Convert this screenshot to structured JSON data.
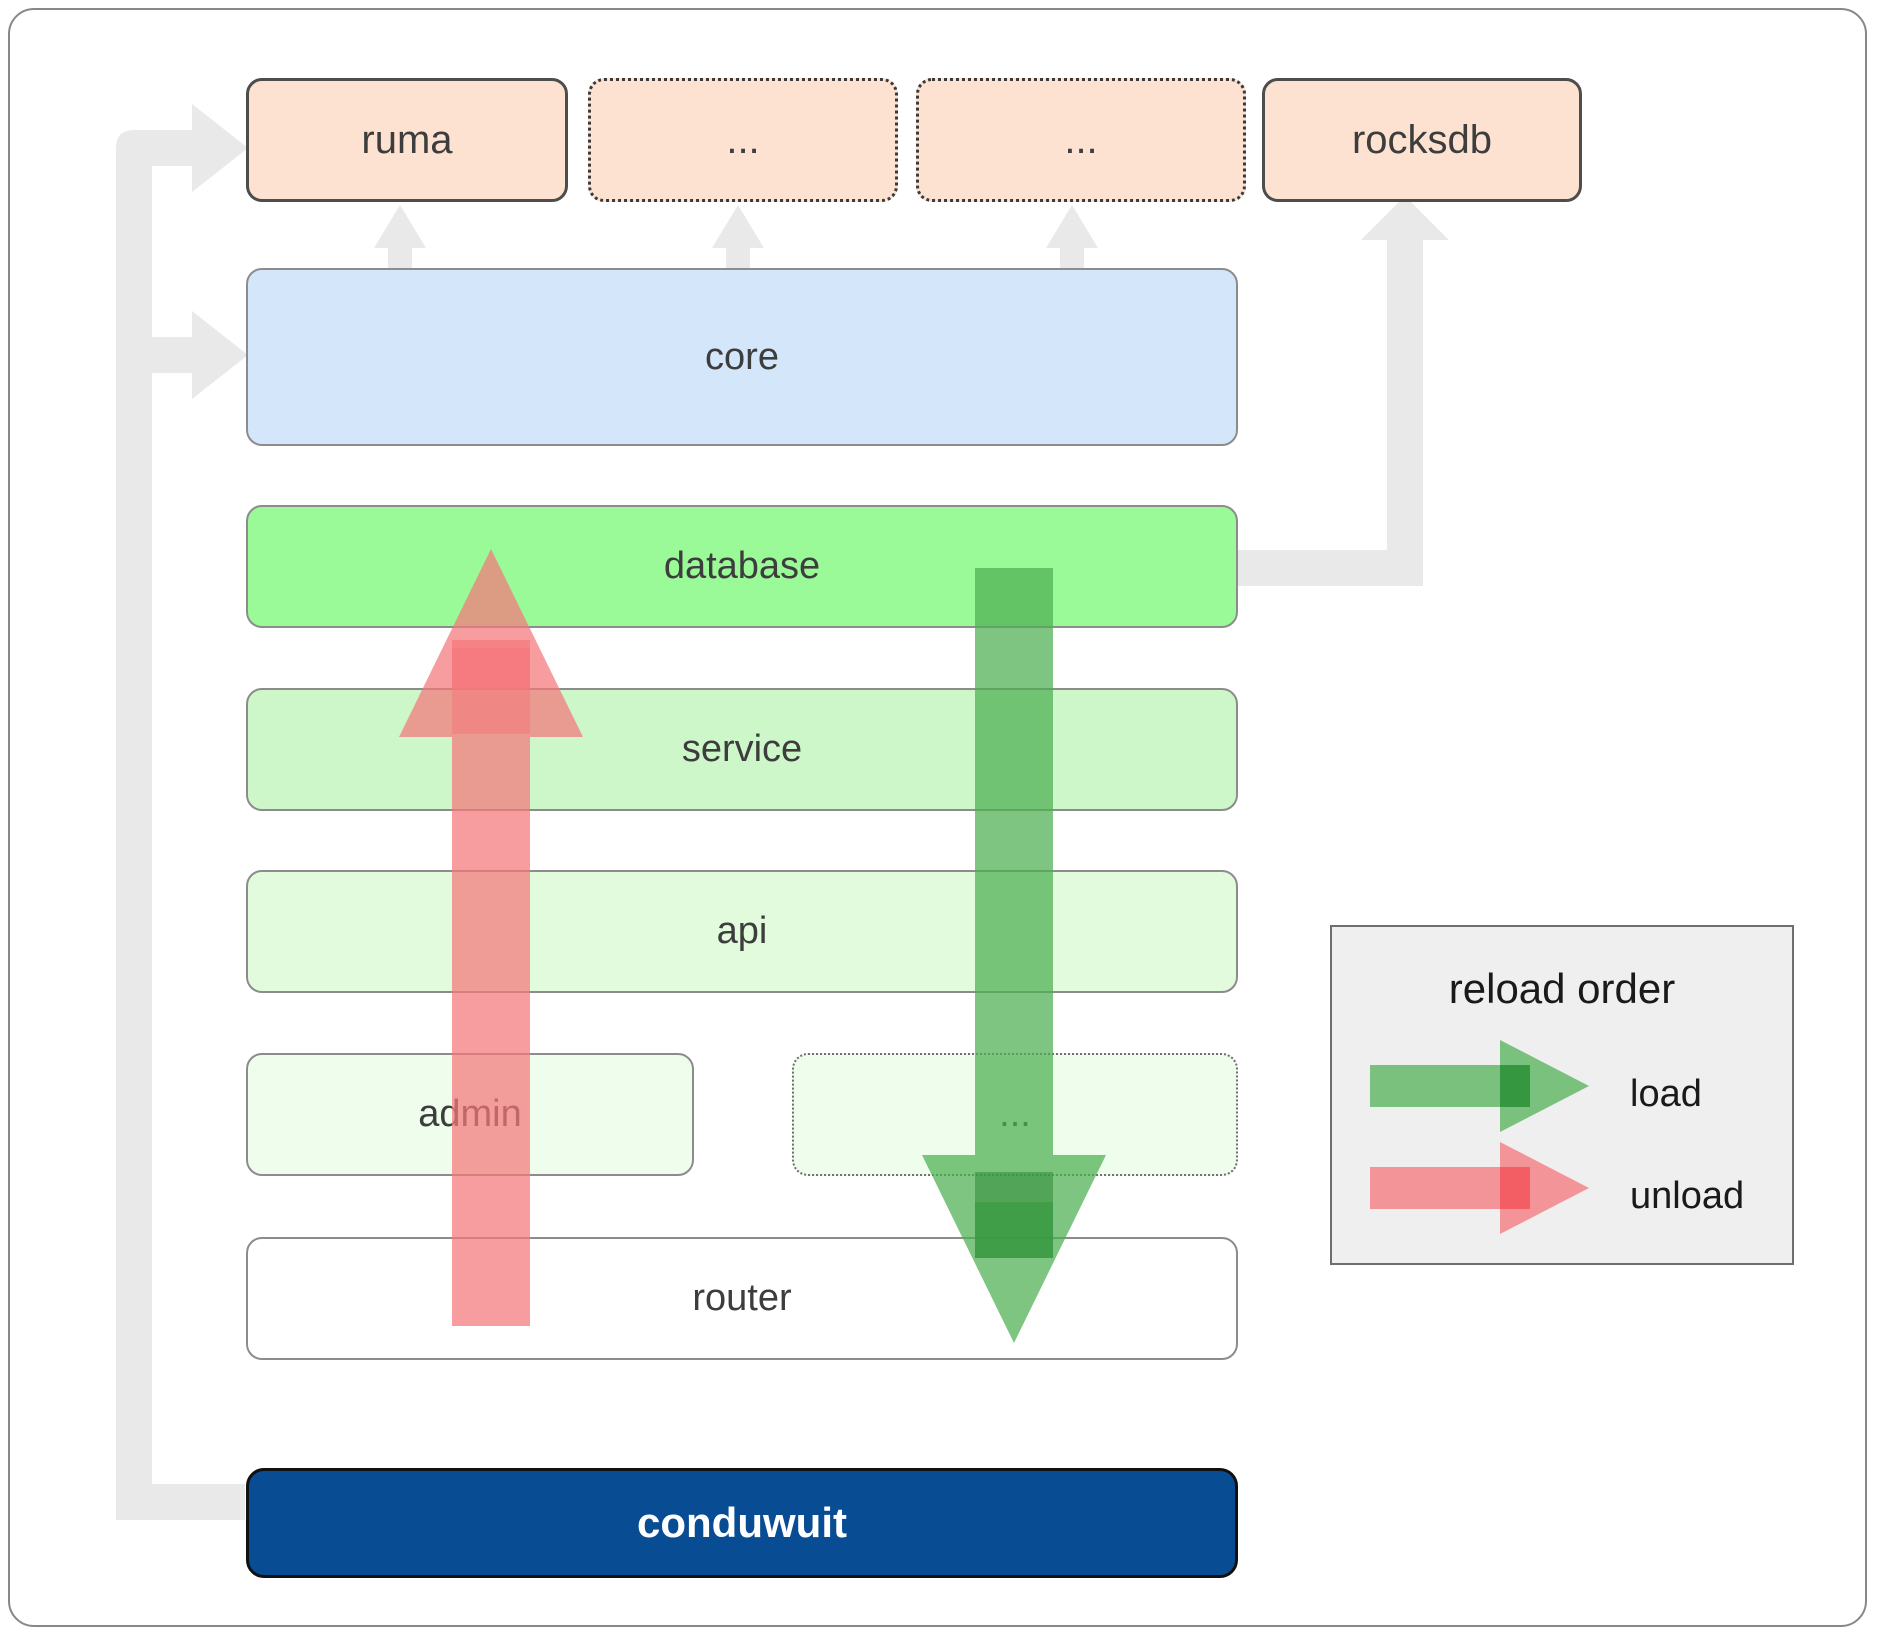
{
  "diagram": {
    "title": "conduwuit crate dependency / reload order diagram",
    "colors": {
      "dependency_fill": "#fde2d1",
      "core_fill": "#d4e6fa",
      "database_fill": "#99fa97",
      "service_fill": "#cdf7c8",
      "api_fill": "#e1fbdc",
      "admin_fill": "#effdec",
      "router_fill": "#ffffff",
      "root_fill": "#084c94",
      "load_arrow": "#4caf50",
      "unload_arrow": "#f4777b",
      "connector_arrow": "#e8e8e8",
      "border_gray": "#8c8c8c",
      "border_dark": "#4d4d4d"
    },
    "dependencies": [
      {
        "id": "ruma",
        "label": "ruma",
        "style": "solid"
      },
      {
        "id": "dep-ellipsis-1",
        "label": "...",
        "style": "dotted"
      },
      {
        "id": "dep-ellipsis-2",
        "label": "...",
        "style": "dotted"
      },
      {
        "id": "rocksdb",
        "label": "rocksdb",
        "style": "solid"
      }
    ],
    "layers": [
      {
        "id": "core",
        "label": "core"
      },
      {
        "id": "database",
        "label": "database"
      },
      {
        "id": "service",
        "label": "service"
      },
      {
        "id": "api",
        "label": "api"
      },
      {
        "id": "admin",
        "label": "admin"
      },
      {
        "id": "layer-ellipsis",
        "label": "..."
      },
      {
        "id": "router",
        "label": "router"
      }
    ],
    "root": {
      "id": "conduwuit",
      "label": "conduwuit"
    },
    "legend": {
      "title": "reload order",
      "items": [
        {
          "id": "load",
          "label": "load",
          "color": "#4caf50",
          "direction": "down"
        },
        {
          "id": "unload",
          "label": "unload",
          "color": "#f4777b",
          "direction": "up"
        }
      ]
    },
    "arrows": {
      "load_description": "green arrow pointing down from database through service, api, ... to router",
      "unload_description": "red arrow pointing up from router through admin, api, service to database",
      "connector_description": "gray connector arrows from conduwuit to ruma and core, and from database to rocksdb"
    }
  }
}
